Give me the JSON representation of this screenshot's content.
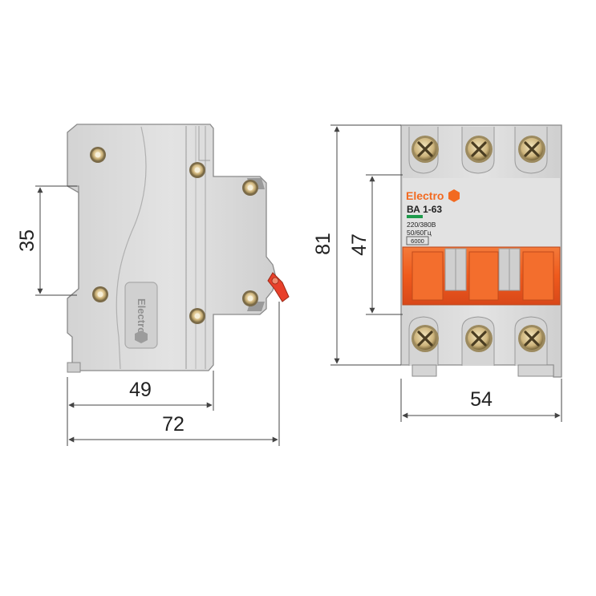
{
  "dimensions": {
    "rail_depth": "35",
    "front_height": "49",
    "total_depth": "72",
    "total_height": "81",
    "front_window_height": "47",
    "width": "54"
  },
  "front_label": {
    "brand": "Electro",
    "model": "ВА 1-63",
    "voltage": "220/380В",
    "frequency": "50/60Гц",
    "breaking_capacity": "6000"
  },
  "side_logo": {
    "brand": "Electro"
  },
  "colors": {
    "body": "#dcdcdc",
    "body_shade": "#c9c9c9",
    "outline": "#8a8a8a",
    "accent_orange": "#ef5a1c",
    "brand_orange": "#f26a21",
    "terminal_gold": "#d9c08a",
    "handle_red": "#e8402a",
    "model_bar_green": "#1e9a4b",
    "dimension_line": "#444444"
  }
}
